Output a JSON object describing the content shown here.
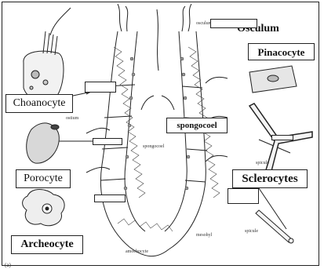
{
  "labels": {
    "osculum": "Osculum",
    "pinacocyte": "Pinacocyte",
    "choanocyte": "Choanocyte",
    "spongocoel": "spongocoel",
    "porocyte": "Porocyte",
    "sclerocytes": "Sclerocytes",
    "archeocyte": "Archeocyte"
  },
  "small_text": {
    "osculum_small": "osculum",
    "ostium": "ostium",
    "spongocoel_small": "spongocoel",
    "spicule_top": "spicule",
    "spicule_bottom": "spicule",
    "mesohyl": "mesohyl",
    "amoebocyte": "amoebocyte",
    "corner_mark": "(a)"
  }
}
